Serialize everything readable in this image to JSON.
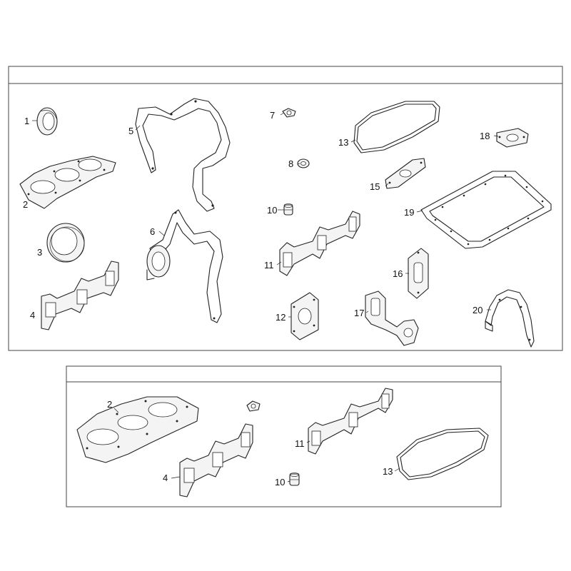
{
  "figure": {
    "top_panel": {
      "callouts": [
        {
          "id": "1",
          "text": "1"
        },
        {
          "id": "2",
          "text": "2"
        },
        {
          "id": "3",
          "text": "3"
        },
        {
          "id": "4",
          "text": "4"
        },
        {
          "id": "5",
          "text": "5"
        },
        {
          "id": "6",
          "text": "6"
        },
        {
          "id": "7",
          "text": "7"
        },
        {
          "id": "8",
          "text": "8"
        },
        {
          "id": "10",
          "text": "10"
        },
        {
          "id": "11",
          "text": "11"
        },
        {
          "id": "12",
          "text": "12"
        },
        {
          "id": "13",
          "text": "13"
        },
        {
          "id": "15",
          "text": "15"
        },
        {
          "id": "16",
          "text": "16"
        },
        {
          "id": "17",
          "text": "17"
        },
        {
          "id": "18",
          "text": "18"
        },
        {
          "id": "19",
          "text": "19"
        },
        {
          "id": "20",
          "text": "20"
        }
      ]
    },
    "bottom_panel": {
      "callouts": [
        {
          "id": "2",
          "text": "2"
        },
        {
          "id": "4",
          "text": "4"
        },
        {
          "id": "10",
          "text": "10"
        },
        {
          "id": "11",
          "text": "11"
        },
        {
          "id": "13",
          "text": "13"
        }
      ]
    }
  }
}
